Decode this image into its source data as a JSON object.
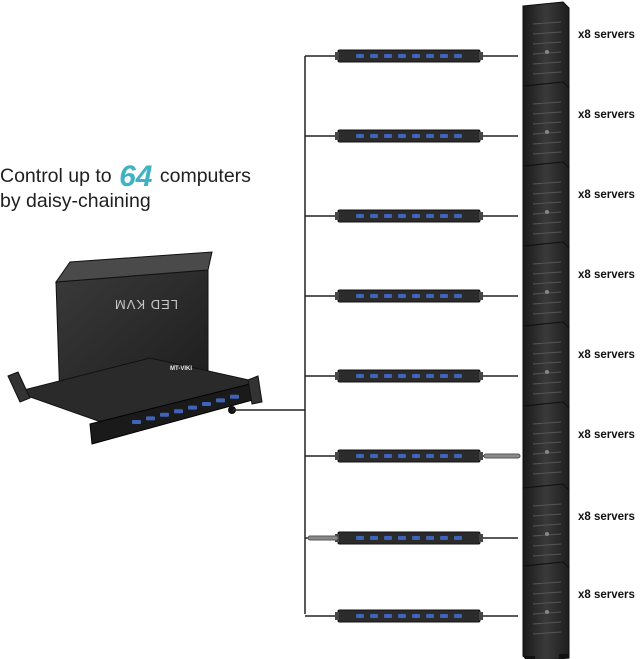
{
  "headline": {
    "line1_prefix": "Control up to",
    "line1_number": "64",
    "line1_suffix": "computers",
    "line2": "by daisy-chaining"
  },
  "main_unit": {
    "lid_label": "LED KVM",
    "brand_label": "MT-VIKI"
  },
  "tiers": [
    {
      "label": "x8 servers"
    },
    {
      "label": "x8 servers"
    },
    {
      "label": "x8 servers"
    },
    {
      "label": "x8 servers"
    },
    {
      "label": "x8 servers"
    },
    {
      "label": "x8 servers"
    },
    {
      "label": "x8 servers"
    },
    {
      "label": "x8 servers"
    }
  ],
  "colors": {
    "accent": "#3fb3c2",
    "line": "#222222",
    "device": "#2b2b2b",
    "port": "#3f63b8"
  }
}
